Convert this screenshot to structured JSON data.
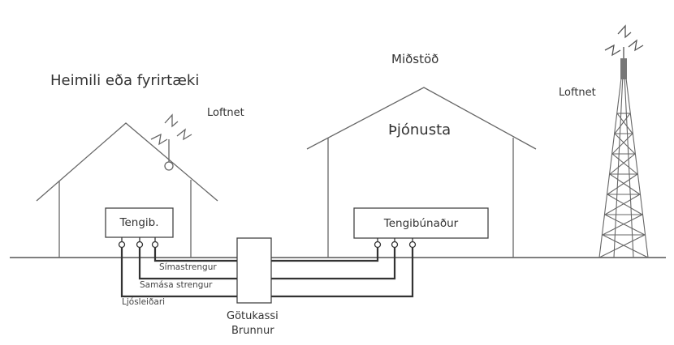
{
  "home": {
    "title": "Heimili eða fyrirtæki",
    "antenna_label": "Loftnet",
    "box_label": "Tengib."
  },
  "center": {
    "title": "Miðstöð",
    "service_label": "Þjónusta",
    "box_label": "Tengibúnaður"
  },
  "tower": {
    "antenna_label": "Loftnet"
  },
  "cables": {
    "phone": "Símastrengur",
    "coax": "Samása strengur",
    "fiber": "Ljósleiðari"
  },
  "street_box": {
    "line1": "Götukassi",
    "line2": "Brunnur"
  },
  "colors": {
    "line": "#555555",
    "cable": "#333333",
    "text": "#333333"
  }
}
